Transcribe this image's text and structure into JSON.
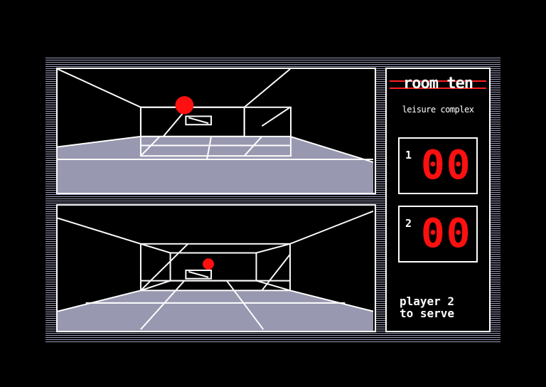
{
  "title": "room ten",
  "subtitle": "leisure complex",
  "players": [
    {
      "label": "1",
      "score": "00"
    },
    {
      "label": "2",
      "score": "00"
    }
  ],
  "status": {
    "line1": "player 2",
    "line2": "to serve"
  },
  "colors": {
    "background": "#000000",
    "frame_stripes": "#9a9ab8",
    "floor": "#9898b0",
    "lines": "#ffffff",
    "accent_red": "#ff1010"
  }
}
